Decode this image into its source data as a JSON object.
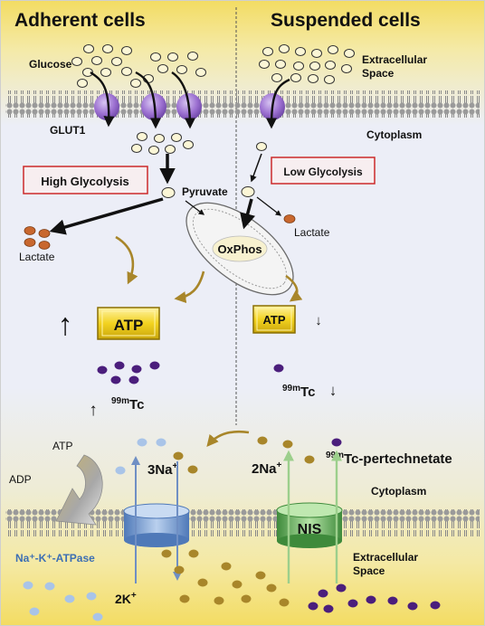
{
  "headers": {
    "left": "Adherent cells",
    "right": "Suspended cells"
  },
  "compartments": {
    "extracellular_top": "Extracellular\nSpace",
    "cytoplasm_top": "Cytoplasm",
    "cytoplasm_bottom": "Cytoplasm",
    "extracellular_bottom": "Extracellular\nSpace"
  },
  "labels": {
    "glucose": "Glucose",
    "glut1": "GLUT1",
    "high_glycolysis": "High Glycolysis",
    "low_glycolysis": "Low Glycolysis",
    "pyruvate": "Pyruvate",
    "oxphos": "OxPhos",
    "lactate_left": "Lactate",
    "lactate_right": "Lactate",
    "atp_left": "ATP",
    "atp_right": "ATP",
    "tc_left_sup": "99m",
    "tc_left": "Tc",
    "tc_right_sup": "99m",
    "tc_right": "Tc",
    "tc_pert_sup": "99m",
    "tc_pert": "Tc-pertechnetate",
    "atp_pump": "ATP",
    "adp": "ADP",
    "na3": "3Na",
    "na2": "2Na",
    "k2": "2K",
    "plus": "+",
    "pump": "Na⁺-K⁺-ATPase",
    "nis": "NIS"
  },
  "arrows": {
    "up": "↑",
    "down": "↓"
  },
  "colors": {
    "background_top": "#f6e37a",
    "background_mid": "#ecedf7",
    "glut1": "#9b6fd0",
    "tc_dot": "#4b1e7c",
    "lactate": "#c8672e",
    "na_dot": "#a8862a",
    "k_dot": "#a9c4e8",
    "atp_box": "#f2d21f",
    "pump_label": "#3d6fb3",
    "flow_arrow": "#a8862a"
  }
}
